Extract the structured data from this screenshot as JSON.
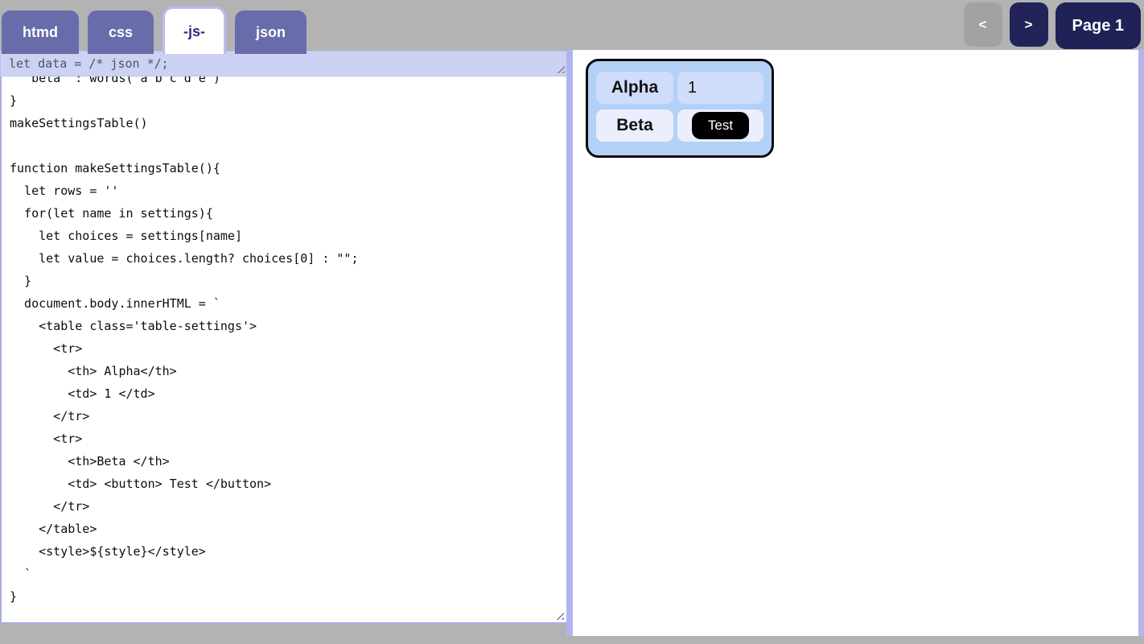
{
  "tabs": [
    {
      "label": "htmd",
      "active": false
    },
    {
      "label": "css",
      "active": false
    },
    {
      "label": "-js-",
      "active": true
    },
    {
      "label": "json",
      "active": false
    }
  ],
  "pager": {
    "prev": "<",
    "next": ">",
    "page": "Page 1"
  },
  "editor": {
    "data_line": "let data = /* json */;",
    "code_lines": [
      "  'beta' : words('a b c d e')",
      "}",
      "makeSettingsTable()",
      "",
      "function makeSettingsTable(){",
      "  let rows = ''",
      "  for(let name in settings){",
      "    let choices = settings[name]",
      "    let value = choices.length? choices[0] : \"\";",
      "  }",
      "  document.body.innerHTML = `",
      "    <table class='table-settings'>",
      "      <tr>",
      "        <th> Alpha</th>",
      "        <td> 1 </td>",
      "      </tr>",
      "      <tr>",
      "        <th>Beta </th>",
      "        <td> <button> Test </button>",
      "      </tr>",
      "    </table>",
      "    <style>${style}</style>",
      "  `",
      "}"
    ]
  },
  "preview": {
    "rows": [
      {
        "header": "Alpha",
        "value": "1"
      },
      {
        "header": "Beta",
        "button": "Test"
      }
    ]
  },
  "colors": {
    "chrome_gray": "#b3b3b3",
    "tab_purple": "#686cab",
    "active_tab_text": "#2a2d7d",
    "active_tab_border": "#b9bdf1",
    "nav_navy": "#222459",
    "nav_gray": "#a2a2a2",
    "divider_periwinkle": "#b1b5ee",
    "data_line_bg": "#cdd2f2",
    "table_outer_blue": "#b3d1f6",
    "row1_cell_blue": "#cfdcfa",
    "row2_cell_light": "#ebeefd",
    "test_button_black": "#000000"
  }
}
